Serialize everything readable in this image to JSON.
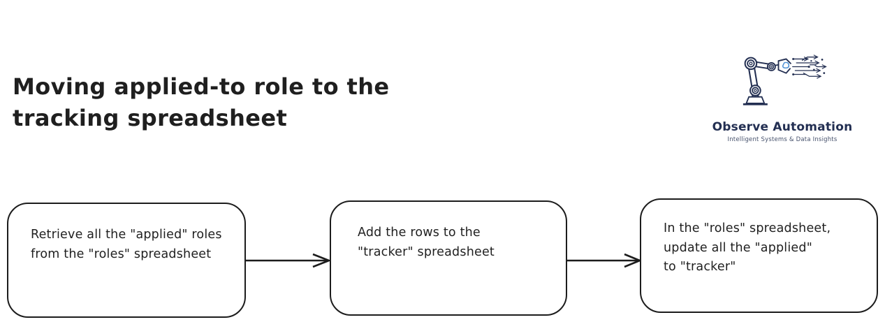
{
  "page": {
    "background": "#ffffff",
    "ink_color": "#1c1c1c"
  },
  "title": {
    "lines": [
      "Moving applied-to role to the",
      "tracking spreadsheet"
    ]
  },
  "logo": {
    "name": "Observe Automation",
    "tagline": "Intelligent Systems & Data Insights",
    "icon": "robot-arm-circuit-icon",
    "brand_color": "#232f52",
    "accent_color": "#4a8fd4"
  },
  "flow": {
    "steps": [
      {
        "lines": [
          "Retrieve all the \"applied\" roles",
          "from the \"roles\" spreadsheet",
          ""
        ]
      },
      {
        "lines": [
          "Add the rows to the",
          "\"tracker\" spreadsheet",
          ""
        ]
      },
      {
        "lines": [
          "In the \"roles\" spreadsheet,",
          "update all the \"applied\"",
          "to \"tracker\""
        ]
      }
    ],
    "connector_icon": "arrow-right-icon"
  }
}
